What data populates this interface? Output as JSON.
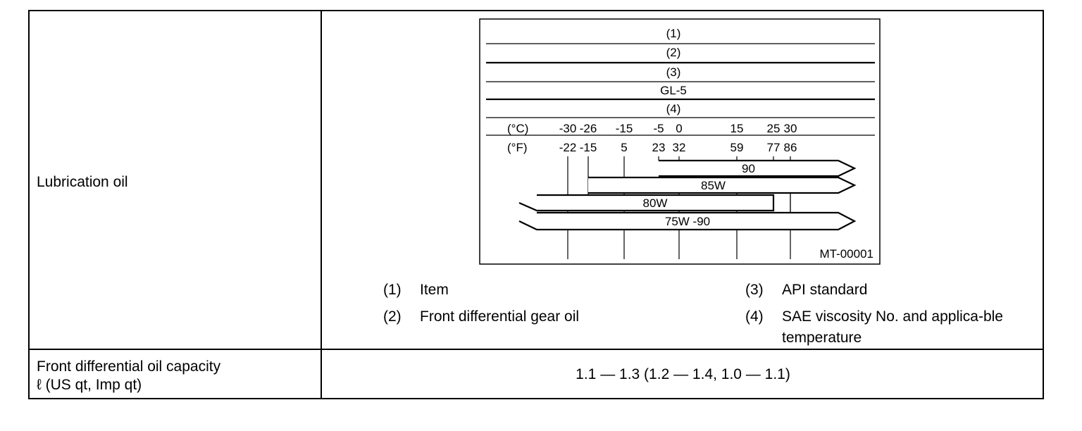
{
  "table": {
    "row1": {
      "label": "Lubrication oil"
    },
    "row2": {
      "label_line1": "Front differential oil capacity",
      "label_line2": "ℓ (US qt, Imp qt)",
      "value": "1.1 — 1.3 (1.2 — 1.4, 1.0 — 1.1)"
    }
  },
  "diagram": {
    "rows": [
      "(1)",
      "(2)",
      "(3)",
      "GL-5",
      "(4)"
    ],
    "unit_c": "(°C)",
    "unit_f": "(°F)",
    "temps_c": [
      "-30",
      "-26",
      "-15",
      "-5",
      "0",
      "15",
      "25",
      "30"
    ],
    "temps_f": [
      "-22",
      "-15",
      "5",
      "23",
      "32",
      "59",
      "77",
      "86"
    ],
    "bars": [
      {
        "label": "90",
        "from_c": -5,
        "to": "open-right"
      },
      {
        "label": "85W",
        "from_c": -26,
        "to": "open-right"
      },
      {
        "label": "80W",
        "from": "open-left",
        "to_c": 25
      },
      {
        "label": "75W -90",
        "from": "open-left",
        "to": "open-right"
      }
    ],
    "code": "MT-00001"
  },
  "legend": [
    {
      "num": "(1)",
      "text": "Item"
    },
    {
      "num": "(2)",
      "text": "Front differential gear oil"
    },
    {
      "num": "(3)",
      "text": "API standard"
    },
    {
      "num": "(4)",
      "text": "SAE viscosity No. and applica-ble temperature"
    }
  ]
}
